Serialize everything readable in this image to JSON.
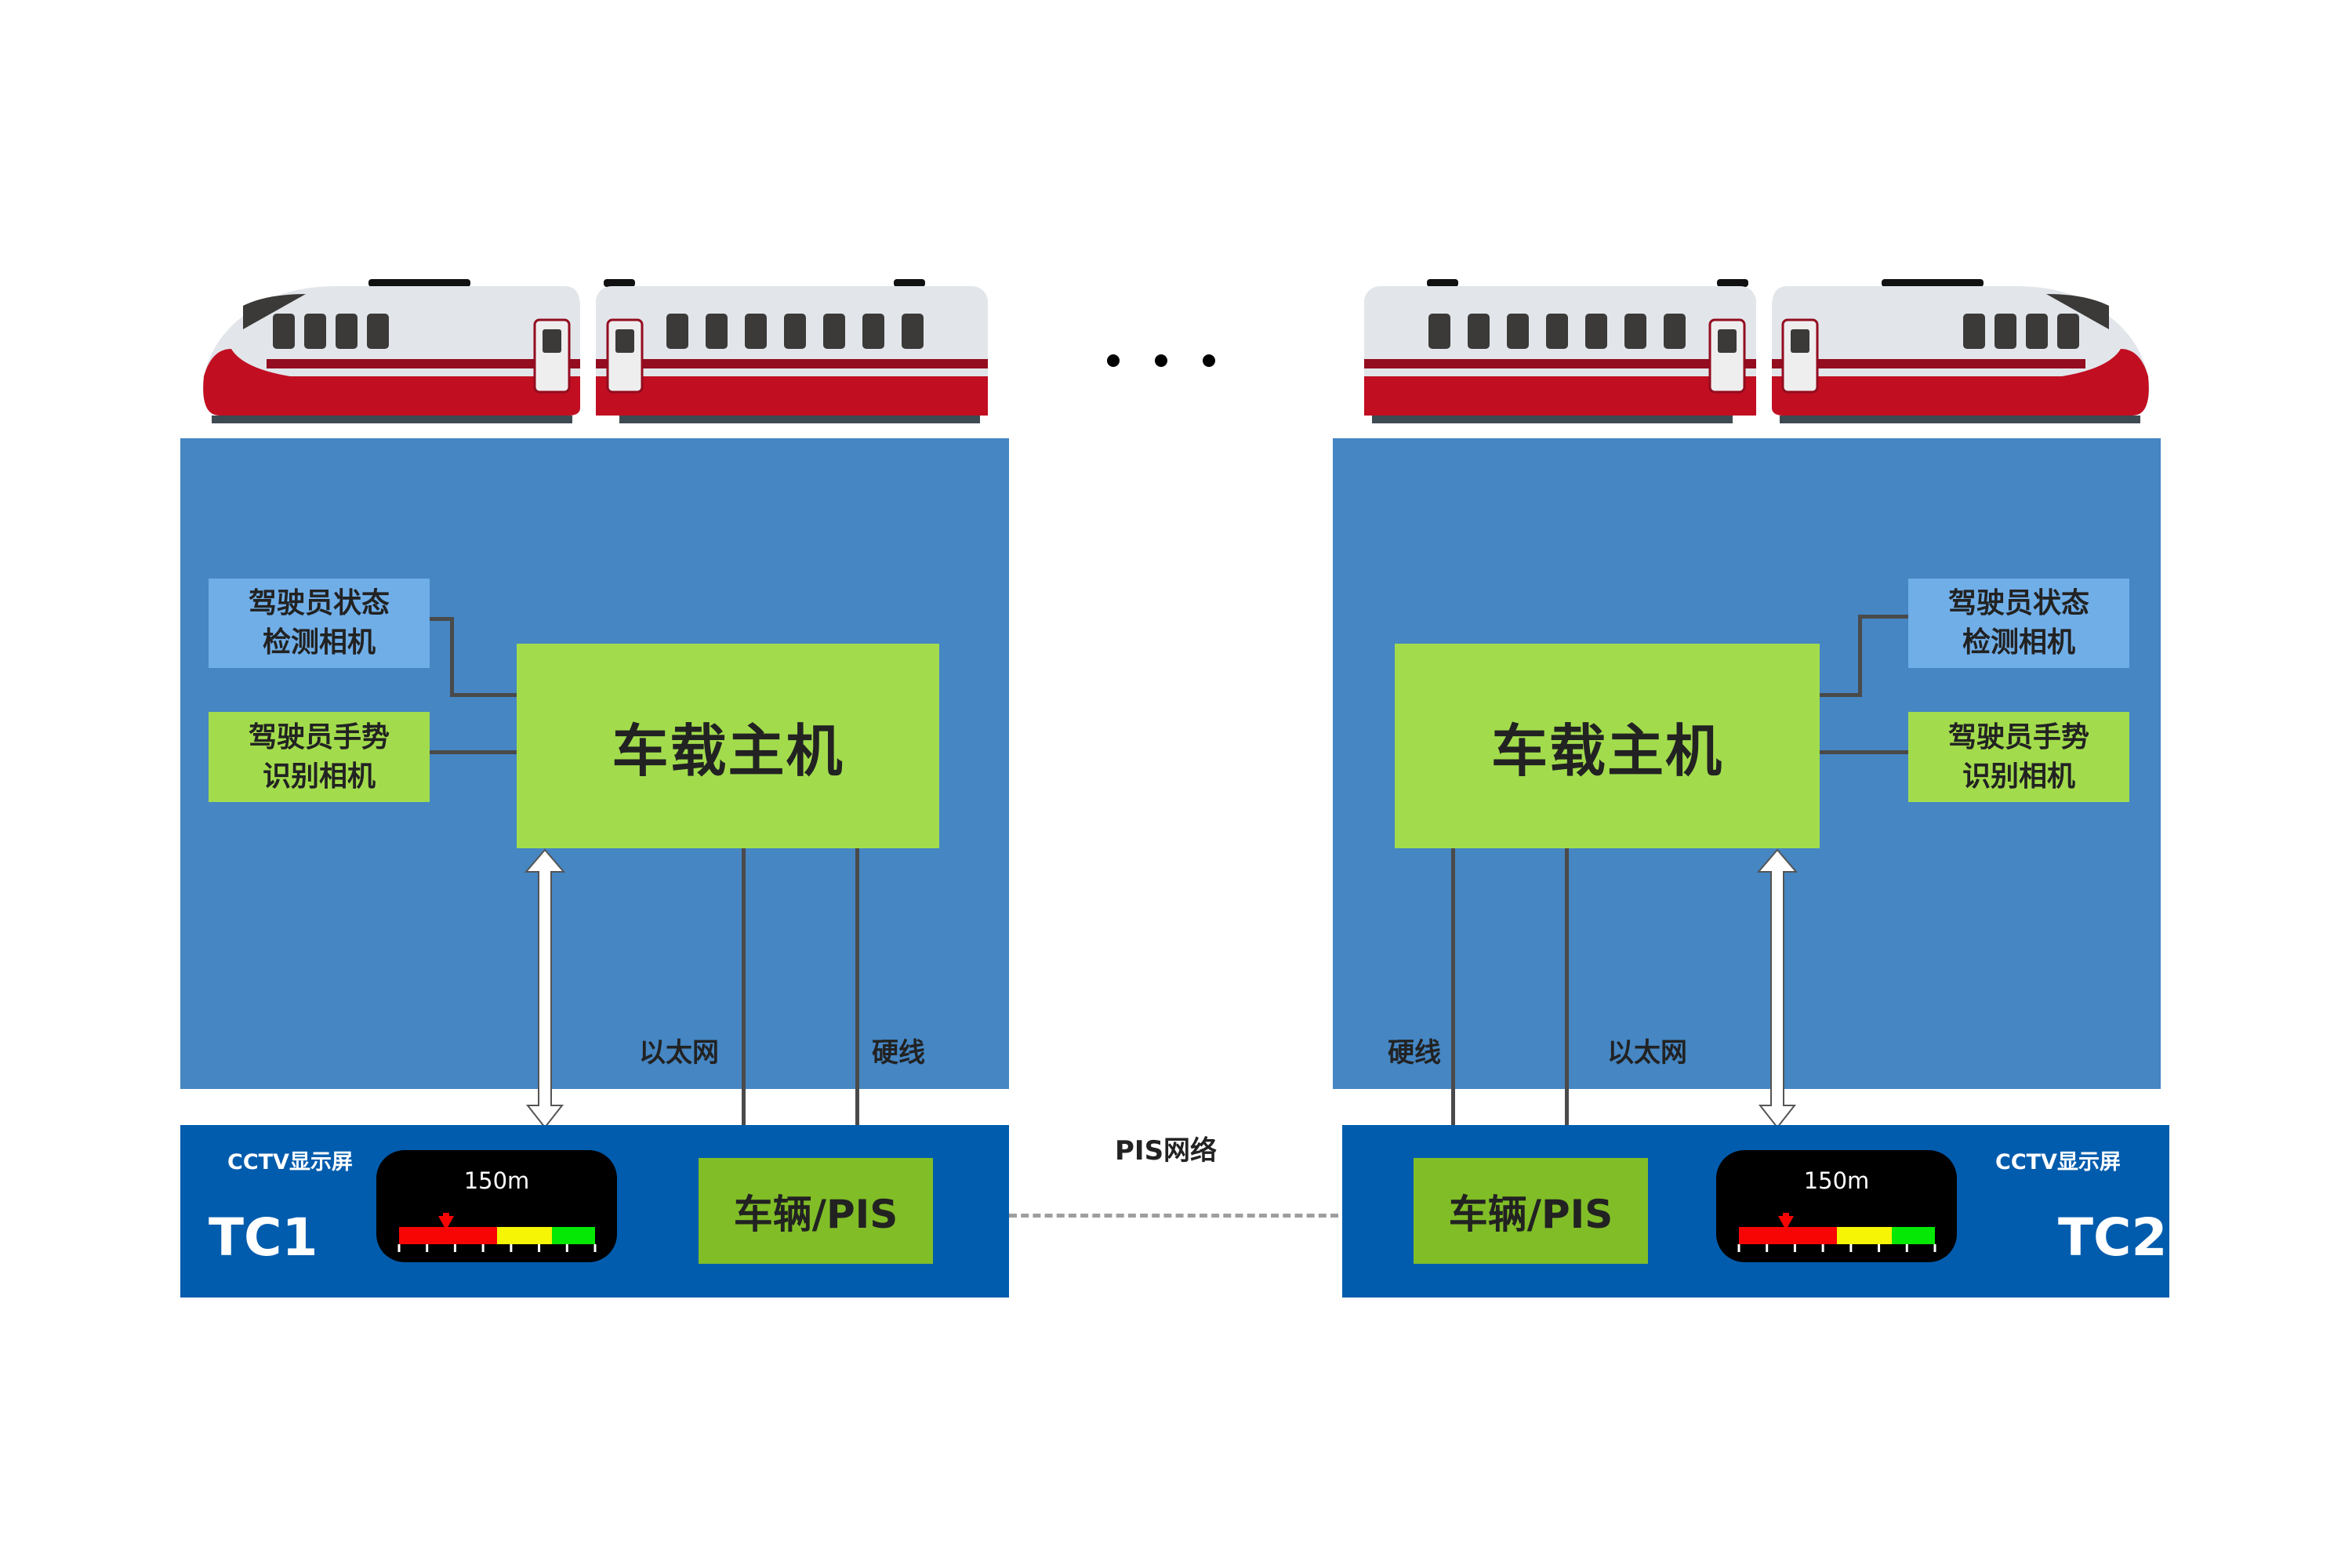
{
  "diagram": {
    "ellipsis": "…",
    "network_label": "PIS网络",
    "colors": {
      "upper_panel": "#4586c3",
      "lower_panel": "#025cad",
      "host": "#a2dc4d",
      "state_camera": "#70aee8",
      "gesture_camera": "#a2dc4d",
      "pis": "#80bd27",
      "train_red": "#c10e21",
      "train_body": "#e2e6ea",
      "gauge_red": "#f70505",
      "gauge_yellow": "#f5f505",
      "gauge_green": "#05e805"
    },
    "left": {
      "car_label": "TC1",
      "host_label": "车载主机",
      "state_camera": {
        "line1": "驾驶员状态",
        "line2": "检测相机"
      },
      "gesture_camera": {
        "line1": "驾驶员手势",
        "line2": "识别相机"
      },
      "ethernet_label": "以太网",
      "hardwire_label": "硬线",
      "cctv_label": "CCTV显示屏",
      "pis_label": "车辆/PIS",
      "gauge": {
        "distance": "150m",
        "marker_fraction": 0.24,
        "segments": [
          {
            "color": "red",
            "fraction": 0.5
          },
          {
            "color": "yellow",
            "fraction": 0.28
          },
          {
            "color": "green",
            "fraction": 0.22
          }
        ],
        "ticks": 8
      }
    },
    "right": {
      "car_label": "TC2",
      "host_label": "车载主机",
      "state_camera": {
        "line1": "驾驶员状态",
        "line2": "检测相机"
      },
      "gesture_camera": {
        "line1": "驾驶员手势",
        "line2": "识别相机"
      },
      "ethernet_label": "以太网",
      "hardwire_label": "硬线",
      "cctv_label": "CCTV显示屏",
      "pis_label": "车辆/PIS",
      "gauge": {
        "distance": "150m",
        "marker_fraction": 0.24,
        "segments": [
          {
            "color": "red",
            "fraction": 0.5
          },
          {
            "color": "yellow",
            "fraction": 0.28
          },
          {
            "color": "green",
            "fraction": 0.22
          }
        ],
        "ticks": 8
      }
    }
  }
}
